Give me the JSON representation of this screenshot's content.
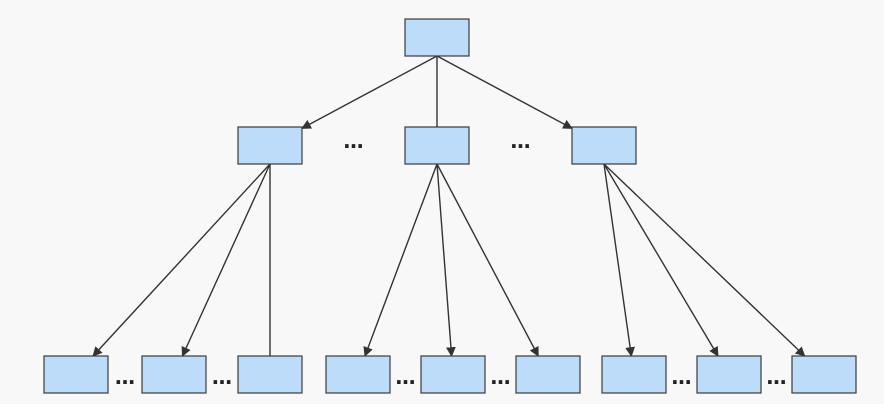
{
  "diagram": {
    "ellipsis_glyph": "…",
    "root": {
      "id": "root"
    },
    "levels": [
      {
        "level": 1,
        "nodes": [
          {
            "id": "l1-left",
            "parent": "root"
          },
          {
            "id": "l1-middle",
            "parent": "root"
          },
          {
            "id": "l1-right",
            "parent": "root"
          }
        ],
        "ellipses_between": [
          [
            "l1-left",
            "l1-middle"
          ],
          [
            "l1-middle",
            "l1-right"
          ]
        ]
      },
      {
        "level": 2,
        "groups": [
          {
            "parent": "l1-left",
            "children": [
              "l2-a1",
              "l2-a2",
              "l2-a3"
            ],
            "ellipses_between": [
              [
                "l2-a1",
                "l2-a2"
              ],
              [
                "l2-a2",
                "l2-a3"
              ]
            ]
          },
          {
            "parent": "l1-middle",
            "children": [
              "l2-b1",
              "l2-b2",
              "l2-b3"
            ],
            "ellipses_between": [
              [
                "l2-b1",
                "l2-b2"
              ],
              [
                "l2-b2",
                "l2-b3"
              ]
            ]
          },
          {
            "parent": "l1-right",
            "children": [
              "l2-c1",
              "l2-c2",
              "l2-c3"
            ],
            "ellipses_between": [
              [
                "l2-c1",
                "l2-c2"
              ],
              [
                "l2-c2",
                "l2-c3"
              ]
            ]
          }
        ]
      }
    ],
    "colors": {
      "node_fill": "#bcdcf9",
      "node_stroke": "#3a3a3a",
      "edge": "#333333",
      "background": "#f8f8f9"
    }
  }
}
